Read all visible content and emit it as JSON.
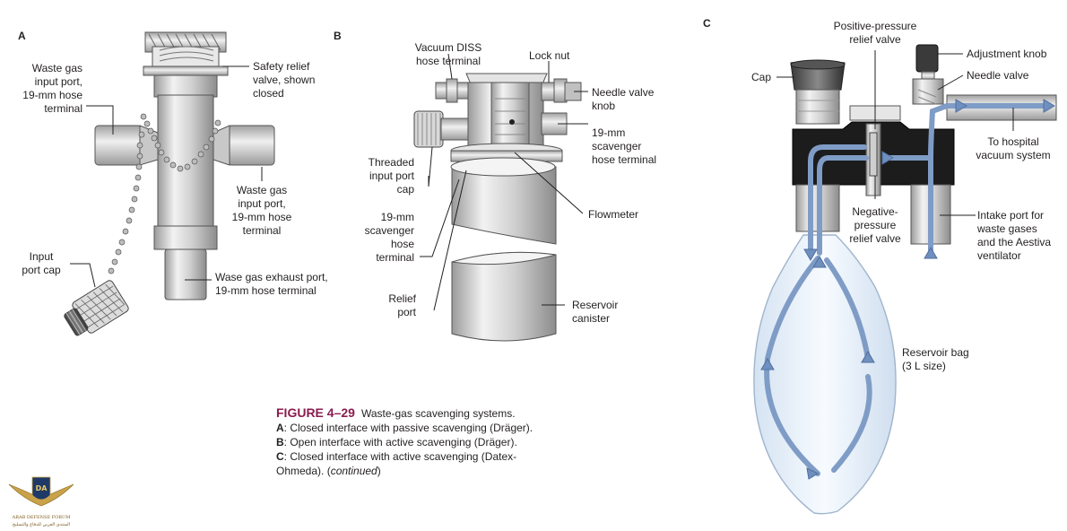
{
  "panels": {
    "a": "A",
    "b": "B",
    "c": "C"
  },
  "labels_a": {
    "waste_gas_input_left": [
      "Waste gas",
      "input port,",
      "19-mm hose",
      "terminal"
    ],
    "safety_relief": [
      "Safety relief",
      "valve, shown",
      "closed"
    ],
    "waste_gas_input_right": [
      "Waste gas",
      "input port,",
      "19-mm hose",
      "terminal"
    ],
    "input_port_cap": [
      "Input",
      "port cap"
    ],
    "exhaust_port": [
      "Wase gas exhaust port,",
      "19-mm hose terminal"
    ]
  },
  "labels_b": {
    "vacuum_diss": [
      "Vacuum DISS",
      "hose terminal"
    ],
    "lock_nut": [
      "Lock nut"
    ],
    "needle_valve_knob": [
      "Needle valve",
      "knob"
    ],
    "scavenger_terminal_right": [
      "19-mm",
      "scavenger",
      "hose terminal"
    ],
    "threaded_cap": [
      "Threaded",
      "input port",
      "cap"
    ],
    "scavenger_terminal_left": [
      "19-mm",
      "scavenger",
      "hose",
      "terminal"
    ],
    "flowmeter": [
      "Flowmeter"
    ],
    "relief_port": [
      "Relief",
      "port"
    ],
    "reservoir_canister": [
      "Reservoir",
      "canister"
    ]
  },
  "labels_c": {
    "positive_pressure": [
      "Positive-pressure",
      "relief valve"
    ],
    "adjustment_knob": [
      "Adjustment knob"
    ],
    "needle_valve": [
      "Needle valve"
    ],
    "cap": [
      "Cap"
    ],
    "hospital_vacuum": [
      "To hospital",
      "vacuum system"
    ],
    "negative_pressure": [
      "Negative-",
      "pressure",
      "relief valve"
    ],
    "intake_port": [
      "Intake port for",
      "waste gases",
      "and the Aestiva",
      "ventilator"
    ],
    "reservoir_bag": [
      "Reservoir bag",
      "(3 L size)"
    ]
  },
  "caption": {
    "title": "FIGURE 4–29",
    "intro": "Waste-gas scavenging systems.",
    "a_key": "A",
    "a_text": ": Closed interface with passive scavenging (Dräger).",
    "b_key": "B",
    "b_text": ": Open interface with active scavenging (Dräger).",
    "c_key": "C",
    "c_text": ": Closed interface with active scavenging (Datex-",
    "c_text2": "Ohmeda).  (",
    "continued": "continued",
    "close": ")"
  },
  "logo": {
    "line1": "ARAB DEFENSE FORUM",
    "line2": "المنتدى العربي للدفاع والتسليح",
    "mark": "DA"
  },
  "colors": {
    "arrow": "#7f9cc6",
    "arrow_stroke": "#4f6f9f",
    "block": "#1c1c1c",
    "metal": "#d6d6d6",
    "caption_title": "#8a1c4f"
  }
}
